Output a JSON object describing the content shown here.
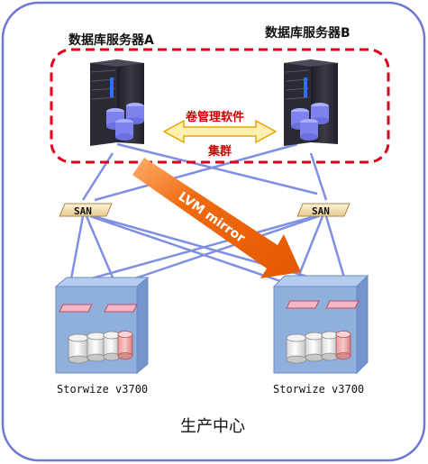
{
  "server_a": {
    "label": "数据库服务器A"
  },
  "server_b": {
    "label": "数据库服务器B"
  },
  "volume_manager": {
    "label": "卷管理软件"
  },
  "cluster": {
    "label": "集群"
  },
  "san_left": {
    "label": "SAN"
  },
  "san_right": {
    "label": "SAN"
  },
  "mirror": {
    "label": "LVM mirror"
  },
  "storage_left": {
    "label": "Storwize v3700"
  },
  "storage_right": {
    "label": "Storwize v3700"
  },
  "datacenter": {
    "label": "生产中心"
  },
  "colors": {
    "frame": "#6d78d4",
    "links": "#7e8fe4",
    "cluster_dash": "#e0001a",
    "arrow": "#ef6200",
    "storage_box": "#8fb0dd",
    "disk": "#8486e8"
  }
}
